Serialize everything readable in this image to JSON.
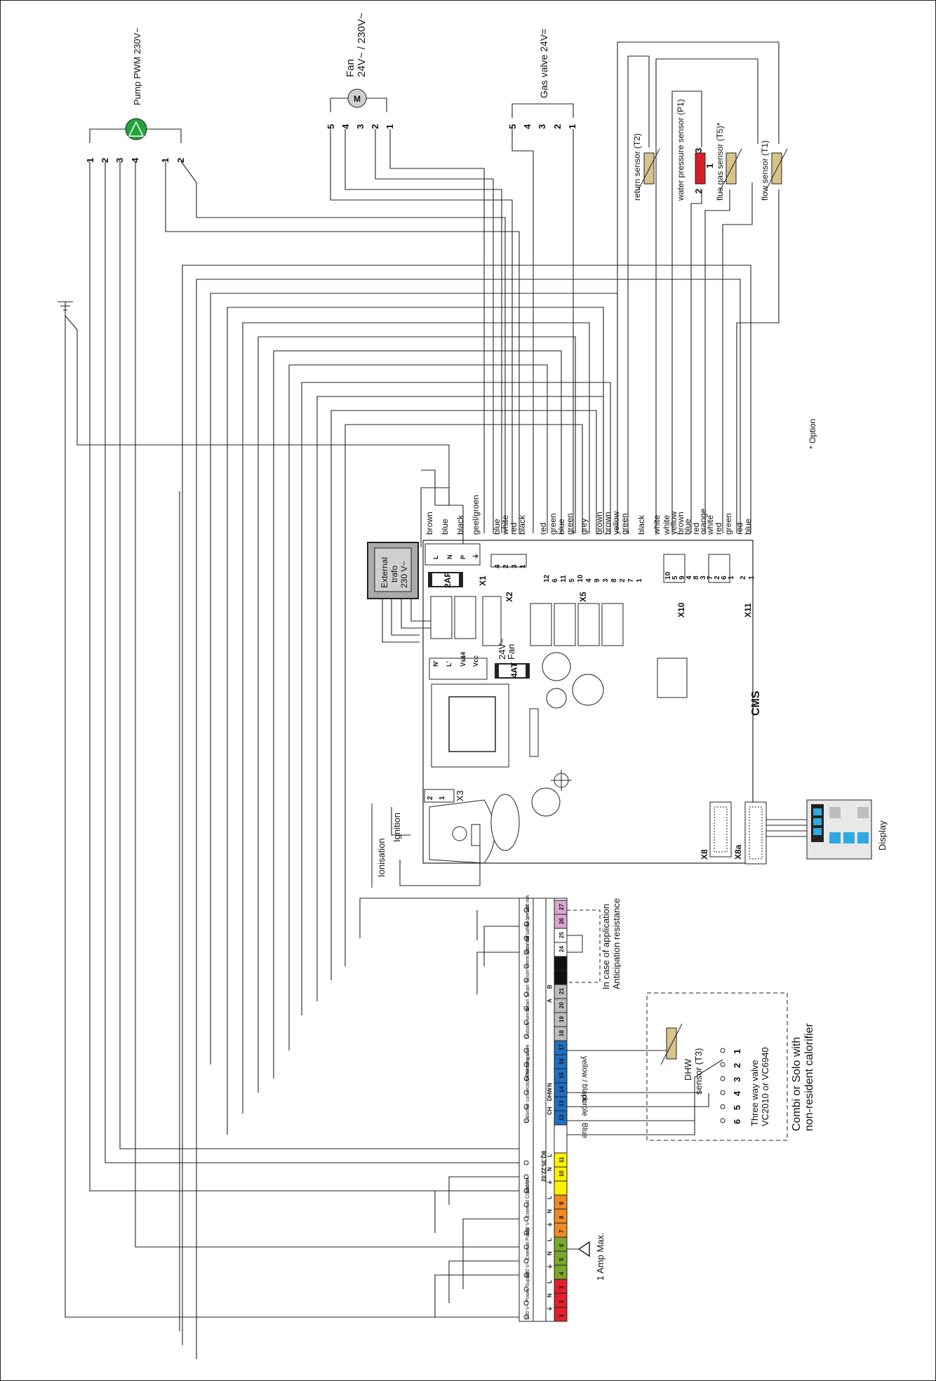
{
  "labels": {
    "pump": "Pump PWM 230V~",
    "fan_title": "Fan",
    "fan_voltage": "24V~ / 230V~",
    "gas_valve": "Gas valve 24V=",
    "motor_symbol": "M",
    "return_sensor": "return sensor (T2)",
    "water_pressure_sensor": "water pressure sensor (P1)",
    "flue_gas_sensor": "flue gas sensor (T5)*",
    "flow_sensor": "flow sensor (T1)",
    "option_note": "* Option",
    "external_trafo": [
      "External",
      "trafo",
      "230 V~"
    ],
    "fuse_2af": "2AF",
    "fuse_4at": "4AT",
    "fan_24v": "24V~",
    "fan_word": "Fan",
    "cms": "CMS",
    "display": "Display",
    "ionisation": "Ionisation",
    "ignition": "Ignition",
    "x1": "X1",
    "x2": "X2",
    "x3": "X3",
    "x4": "X4",
    "x5": "X5",
    "x8": "X8",
    "x8a": "X8a",
    "x10": "X10",
    "x11": "X11",
    "x1_pins": [
      "L",
      "N",
      "P",
      "⏚"
    ],
    "x4_pins": [
      "N'",
      "L'",
      "Vss",
      "Vcc"
    ],
    "x3_pins": [
      "2",
      "1"
    ],
    "anticipation": [
      "In case of application",
      "Anticipation resistance"
    ],
    "amp_max": "1 Amp Max.",
    "dhw_sensor": [
      "DHW",
      "sensor (T3)"
    ],
    "three_way": [
      "Three way valve",
      "VC2010 or VC6940"
    ],
    "combi_solo": [
      "Combi or Solo with",
      "non-resident calorifier"
    ],
    "valve_pins": [
      "1",
      "2",
      "3",
      "4",
      "5",
      "6"
    ],
    "valve_wires": [
      "yellow / black",
      "purple",
      "Blue"
    ],
    "terminal_part_code": "8Q.35.22.02"
  },
  "pin_numbers": {
    "pump": [
      "1",
      "2",
      "3",
      "4",
      "1",
      "2"
    ],
    "fan": [
      "5",
      "4",
      "3",
      "2",
      "1"
    ],
    "gas_valve": [
      "5",
      "4",
      "3",
      "2",
      "1"
    ],
    "water_pressure": [
      "3",
      "2",
      "1"
    ]
  },
  "wire_colors": {
    "x1": [
      "brown",
      "blue",
      "black",
      "geel/groen"
    ],
    "x2": [
      "blue",
      "white",
      "red",
      "black"
    ],
    "x5": [
      "red",
      "green",
      "blue",
      "green",
      "grey",
      "brown",
      "brown",
      "yellow",
      "green",
      "black"
    ],
    "x10": [
      "white",
      "white",
      "yellow",
      "brown",
      "blue",
      "red",
      "orange",
      "white",
      "red",
      "green"
    ],
    "x11": [
      "red",
      "blue"
    ]
  },
  "connectors": {
    "x2_pins": [
      "4",
      "2",
      "3",
      "1"
    ],
    "x5_pins": [
      "12",
      "6",
      "11",
      "5",
      "10",
      "4",
      "9",
      "3",
      "8",
      "2",
      "7",
      "1"
    ],
    "x10_pins": [
      "10",
      "5",
      "9",
      "4",
      "8",
      "3",
      "7",
      "2",
      "6",
      "1"
    ],
    "x11_pins": [
      "2",
      "1"
    ]
  },
  "terminal_groups": [
    {
      "title": "230 V~ Power Supply",
      "pins": [
        "⏚",
        "N",
        "L"
      ],
      "nums": [
        "1",
        "2",
        "3"
      ]
    },
    {
      "title": "230 V~ External Pump",
      "pins": [
        "⏚",
        "N",
        "L"
      ],
      "nums": [
        "4",
        "5",
        "6"
      ]
    },
    {
      "title": "230 V~ External Controller",
      "pins": [
        "⏚",
        "N",
        "L"
      ],
      "nums": [
        "7",
        "8",
        "9"
      ]
    },
    {
      "title": "230 V~",
      "pins": [
        "⏚",
        "N",
        "L"
      ],
      "nums": [
        "",
        "10",
        "11"
      ]
    },
    {
      "title": "Calorifier connection Diverting valve",
      "pins": [
        "CH",
        "DHW",
        "N"
      ],
      "nums": [
        "12",
        "13",
        "14"
      ]
    },
    {
      "title": "DHW sensor",
      "pins": [
        "",
        ""
      ],
      "nums": [
        "15",
        "16",
        "17"
      ]
    },
    {
      "title": "Outside sensor",
      "pins": [
        "",
        ""
      ],
      "nums": [
        "18",
        "19"
      ]
    },
    {
      "title": "Brain Smart",
      "pins": [
        "A",
        "B"
      ],
      "nums": [
        "20",
        "21"
      ]
    },
    {
      "title": "Room therm. On / Off",
      "pins": [
        "",
        ""
      ],
      "nums": [
        "22",
        "23"
      ]
    },
    {
      "title": "External safety contact",
      "pins": [
        "",
        ""
      ],
      "nums": [
        "24",
        "25"
      ]
    },
    {
      "title": "24 V~ 100 mA",
      "pins": [
        "",
        ""
      ],
      "nums": [
        "26",
        "27"
      ]
    }
  ],
  "colors": {
    "pump_green": "#22a43a",
    "sensor_tan": "#d7c48b",
    "pressure_red": "#d81e2a",
    "terminal_red": "#e2202c",
    "terminal_green": "#7aa82a",
    "terminal_orange": "#f08a24",
    "terminal_yellow": "#fff000",
    "terminal_blue": "#1f6fc0",
    "terminal_grey": "#bdbdbd",
    "terminal_black": "#111111",
    "terminal_pink": "#d9a6cf",
    "display_blue": "#2fa9df"
  }
}
